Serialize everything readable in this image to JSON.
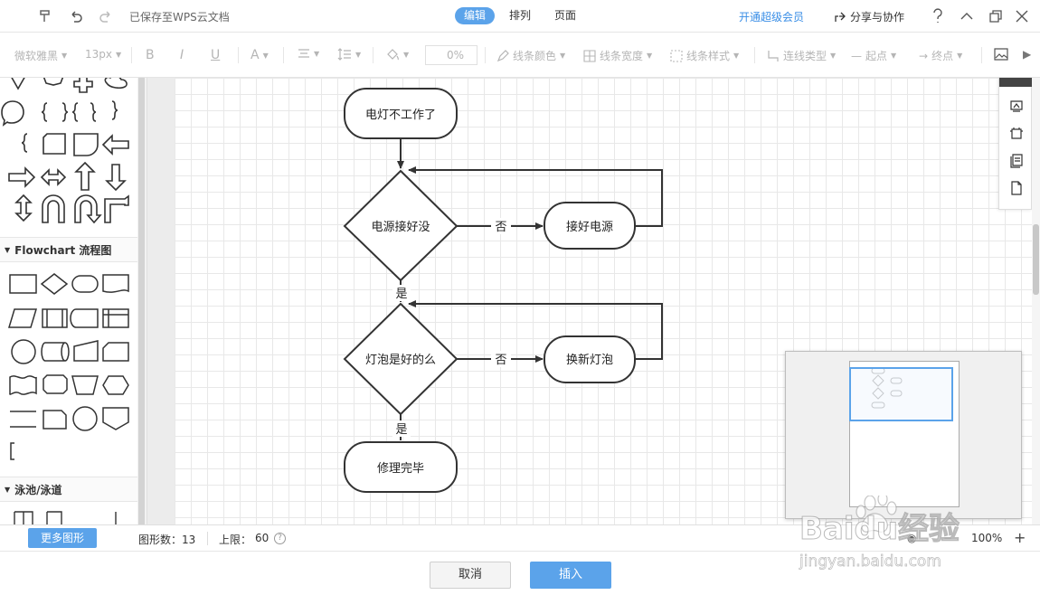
{
  "header": {
    "saved_status": "已保存至WPS云文档",
    "tabs": [
      {
        "label": "编辑",
        "active": true
      },
      {
        "label": "排列",
        "active": false
      },
      {
        "label": "页面",
        "active": false
      }
    ],
    "vip_label": "开通超级会员",
    "share_label": "分享与协作"
  },
  "toolbar": {
    "font_family": "微软雅黑",
    "font_size": "13px",
    "bold": "B",
    "italic": "I",
    "underline": "U",
    "font_color": "A",
    "opacity": "0%",
    "line_color": "线条颜色",
    "line_width": "线条宽度",
    "line_style": "线条样式",
    "connector_type": "连线类型",
    "start_point": "起点",
    "end_point": "终点"
  },
  "sidebar": {
    "sections": [
      {
        "title": "Flowchart 流程图"
      },
      {
        "title": "泳池/泳道"
      }
    ]
  },
  "flowchart": {
    "nodes": {
      "start": "电灯不工作了",
      "d1": "电源接好没",
      "a1": "接好电源",
      "d2": "灯泡是好的么",
      "a2": "换新灯泡",
      "end": "修理完毕"
    },
    "edge_labels": {
      "no1": "否",
      "yes1": "是",
      "no2": "否",
      "yes2": "是"
    }
  },
  "status": {
    "more_shapes": "更多图形",
    "shape_count": "图形数：13",
    "limit": "上限：",
    "limit_value": "60",
    "zoom": "100%"
  },
  "footer": {
    "cancel": "取消",
    "insert": "插入"
  },
  "watermark": {
    "brand": "Baidu经验",
    "url": "jingyan.baidu.com"
  },
  "colors": {
    "accent": "#5ba3ea",
    "vip": "#3a8ee6"
  }
}
